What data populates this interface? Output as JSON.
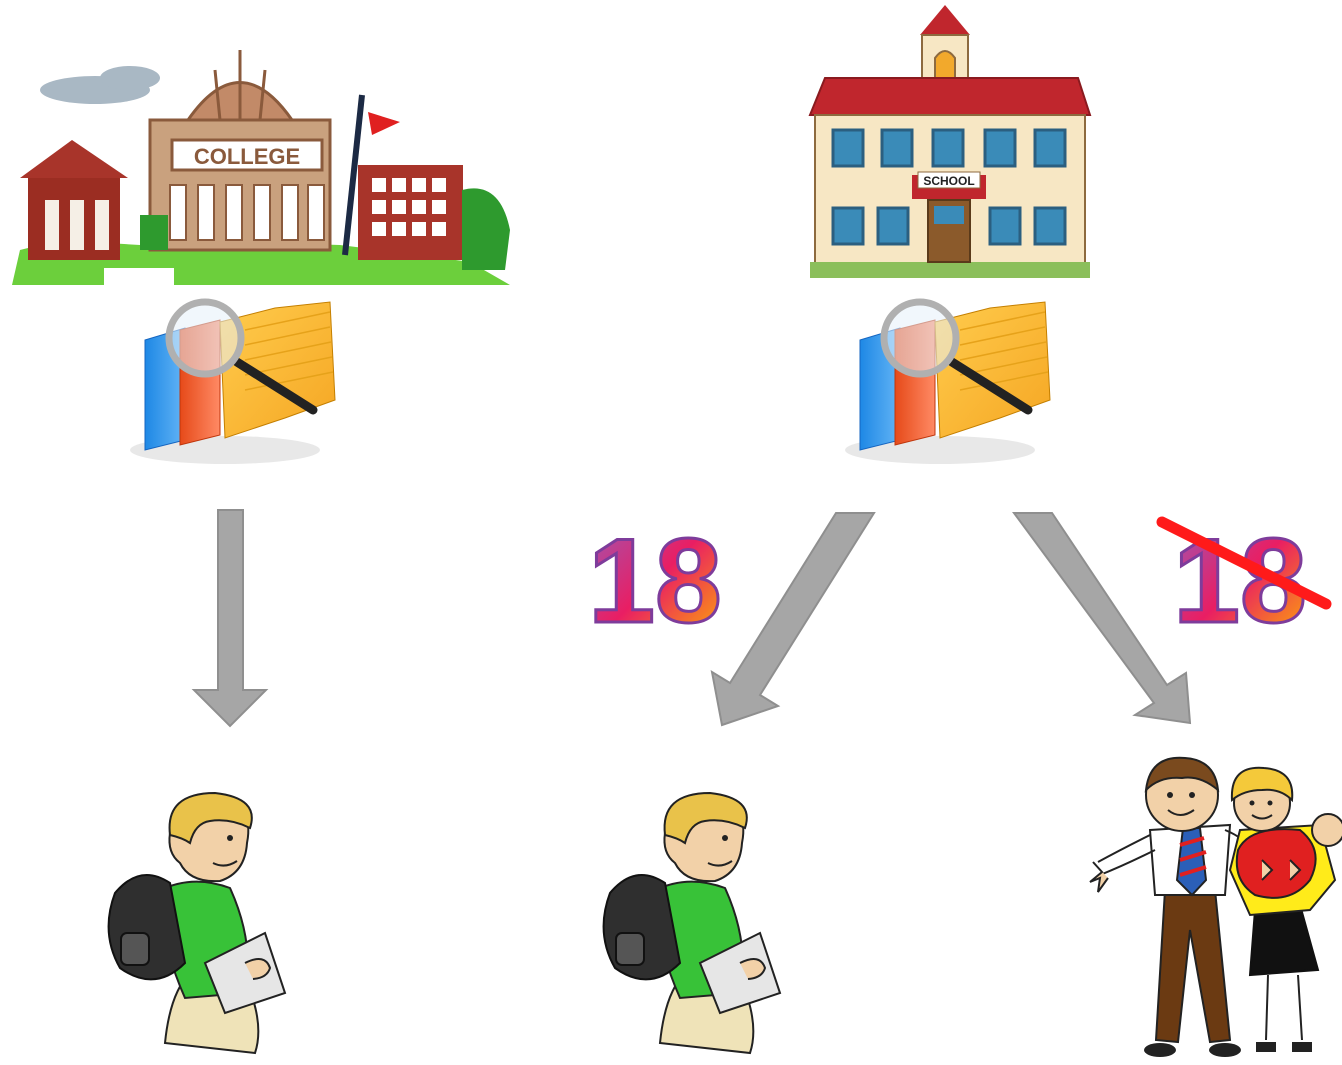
{
  "college": {
    "sign_text": "COLLEGE",
    "icon": "college-building-icon"
  },
  "school": {
    "sign_text": "SCHOOL",
    "icon": "school-building-icon"
  },
  "records_icon": "folders-magnifier-icon",
  "age_badge": {
    "text": "18",
    "icon": "age-18-badge-icon"
  },
  "crossed_age_badge": {
    "text": "18",
    "icon": "crossed-out-age-18-icon",
    "strike_color": "#ff1a1a"
  },
  "arrow_color": "#a6a6a6",
  "student_icon": "student-with-backpack-icon",
  "parents_icon": "parents-with-baby-icon"
}
